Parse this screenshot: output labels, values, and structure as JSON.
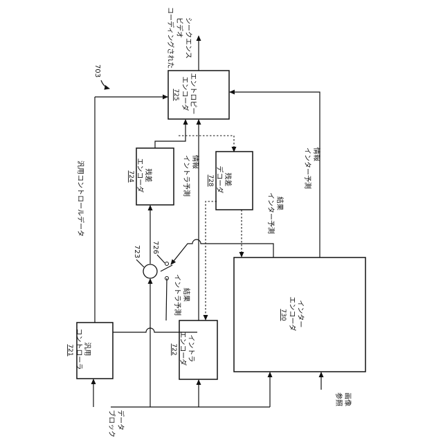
{
  "figure": {
    "ref_number": "703",
    "input_label": [
      "ブロック",
      "データ"
    ],
    "output_label": [
      "コーディングされた",
      "ビデオ",
      "シークエンス"
    ],
    "reference_label": [
      "参照",
      "画像"
    ],
    "general_control_data_label": "汎用コントロールデータ",
    "inter_pred_info_label": [
      "インター予測",
      "情報"
    ],
    "intra_pred_info_label": [
      "イントラ予測",
      "情報"
    ],
    "inter_pred_result_label": [
      "インター予測",
      "結果"
    ],
    "intra_pred_result_label": [
      "イントラ予測",
      "結果"
    ],
    "adder_number": "723",
    "switch_number": "726"
  },
  "blocks": {
    "general_controller": {
      "lines": [
        "汎用",
        "コントローラ"
      ],
      "number": "721"
    },
    "intra_encoder": {
      "lines": [
        "イントラ",
        "エンコーダ"
      ],
      "number": "722"
    },
    "residual_encoder": {
      "lines": [
        "残差",
        "エンコーダ"
      ],
      "number": "724"
    },
    "entropy_encoder": {
      "lines": [
        "エントロピー",
        "エンコーダ"
      ],
      "number": "725"
    },
    "residual_decoder": {
      "lines": [
        "残差",
        "デコーダ"
      ],
      "number": "728"
    },
    "inter_encoder": {
      "lines": [
        "インター",
        "エンコーダ"
      ],
      "number": "730"
    }
  }
}
